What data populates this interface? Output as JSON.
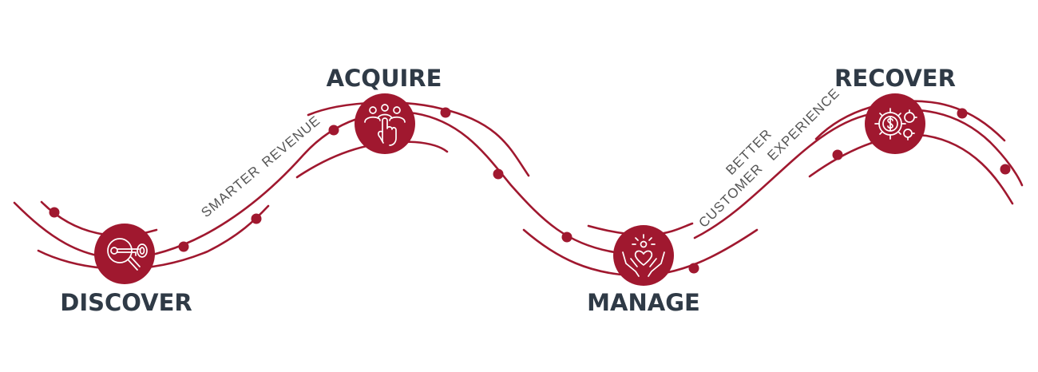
{
  "stages": [
    {
      "label": "DISCOVER",
      "icon": "key-magnifier-icon"
    },
    {
      "label": "ACQUIRE",
      "icon": "people-hand-tap-icon"
    },
    {
      "label": "MANAGE",
      "icon": "hands-heart-icon"
    },
    {
      "label": "RECOVER",
      "icon": "dollar-gears-icon"
    }
  ],
  "phrases": {
    "smarter": "SMARTER",
    "revenue": "REVENUE",
    "better": "BETTER",
    "customer": "CUSTOMER",
    "experience": "EXPERIENCE"
  },
  "colors": {
    "accent": "#a0182f",
    "label": "#2f3a46",
    "phrase": "#555555"
  }
}
